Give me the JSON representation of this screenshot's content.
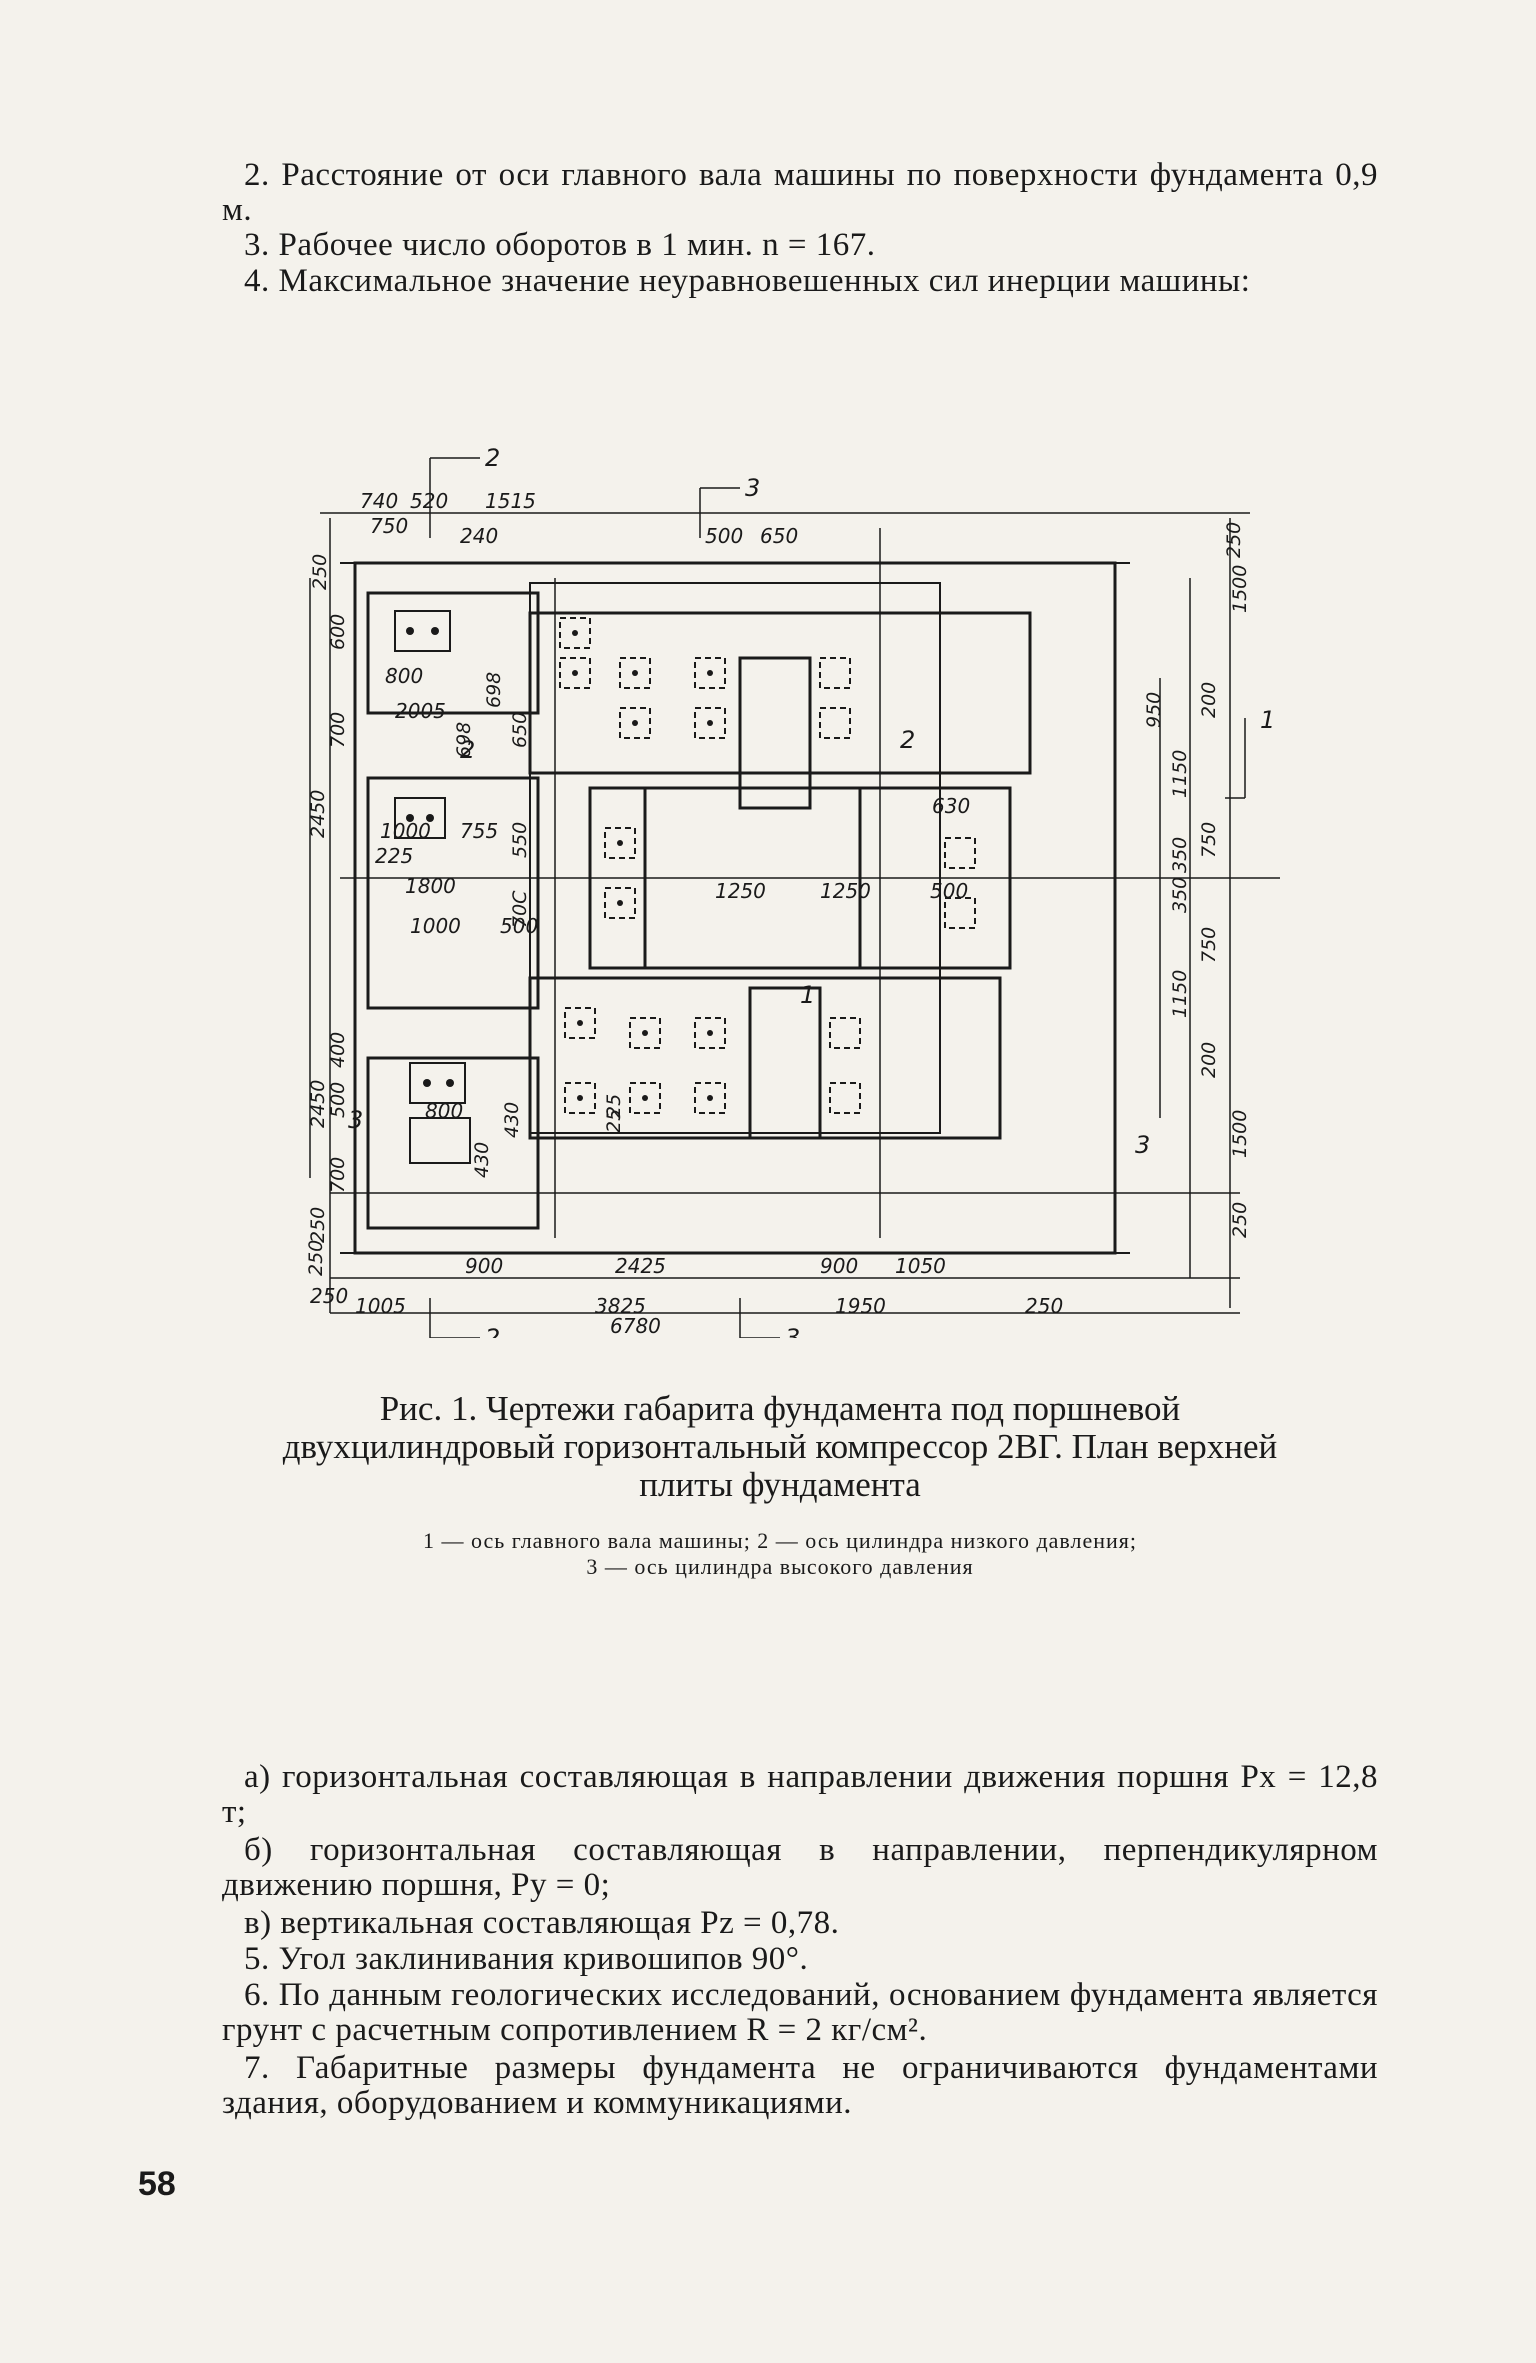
{
  "top_text": {
    "p1": "2. Расстояние от оси главного вала машины по поверхности фундамента 0,9 м.",
    "p2": "3. Рабочее число оборотов в 1 мин. n = 167.",
    "p3": "4. Максимальное значение неуравновешенных сил инерции машины:"
  },
  "figure": {
    "section_labels": {
      "s2": "2",
      "s3": "3",
      "s1": "1"
    },
    "dims_top": [
      "740",
      "520",
      "1515",
      "750",
      "240",
      "500",
      "650",
      "250"
    ],
    "dims_bottom": [
      "900",
      "2425",
      "900",
      "1050",
      "1005",
      "3825",
      "1950",
      "250",
      "6780",
      "250",
      "250"
    ],
    "dims_left": [
      "250",
      "600",
      "700",
      "2450",
      "2450",
      "400",
      "500",
      "700",
      "250"
    ],
    "dims_right": [
      "250",
      "1500",
      "200",
      "950",
      "1150",
      "750",
      "350",
      "350",
      "750",
      "1150",
      "200",
      "1500",
      "250"
    ],
    "dims_inner": [
      "800",
      "698",
      "2005",
      "698",
      "650",
      "1000",
      "755",
      "225",
      "1800",
      "1000",
      "500",
      "70C",
      "550",
      "1250",
      "1250",
      "630",
      "500",
      "800",
      "430",
      "430",
      "25",
      "25"
    ],
    "callouts": [
      "1",
      "2",
      "2",
      "3",
      "3"
    ]
  },
  "caption": {
    "title": "Рис. 1. Чертежи габарита фундамента под поршневой двухцилиндровый горизонтальный компрессор 2ВГ. План верхней плиты фундамента",
    "legend_line1": "1 — ось главного вала машины; 2 — ось цилиндра низкого давления;",
    "legend_line2": "3 — ось цилиндра высокого давления"
  },
  "bottom_text": {
    "a": "а) горизонтальная составляющая в направлении движения поршня Px = 12,8 т;",
    "b": "б) горизонтальная составляющая в направлении, перпендикулярном движению поршня, Py = 0;",
    "v": "в) вертикальная составляющая Pz = 0,78.",
    "p5": "5. Угол заклинивания кривошипов 90°.",
    "p6": "6. По данным геологических исследований, основанием фундамента является грунт с расчетным сопротивлением R = 2 кг/см².",
    "p7": "7. Габаритные размеры фундамента не ограничиваются фундаментами здания, оборудованием и коммуникациями."
  },
  "page_number": "58"
}
